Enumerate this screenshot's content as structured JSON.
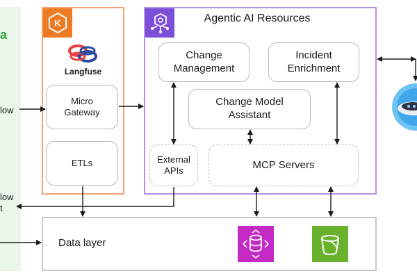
{
  "left_panel": {
    "brand_fragment": "a"
  },
  "edge_labels": {
    "in_top": "low",
    "out_mid_line1": "low",
    "out_mid_line2": "t"
  },
  "eks_group": {
    "logo_name": "Langfuse",
    "nodes": {
      "micro_gateway": "Micro\nGateway",
      "etls": "ETLs"
    }
  },
  "agentic_group": {
    "title": "Agentic AI Resources",
    "nodes": {
      "change_management": "Change\nManagement",
      "incident_enrichment": "Incident\nEnrichment",
      "change_model_assistant": "Change Model\nAssistant",
      "external_apis": "External\nAPIs",
      "mcp_servers": "MCP Servers"
    }
  },
  "data_layer": {
    "label": "Data layer"
  },
  "colors": {
    "eks_orange": "#ed7b23",
    "agentic_purple": "#7d4fd9",
    "rds_magenta": "#c42bc6",
    "s3_green": "#6ab22e",
    "brand_green": "#2aa33b"
  },
  "icons": [
    "eks-icon",
    "bedrock-agent-icon",
    "langfuse-logo-icon",
    "rds-database-icon",
    "s3-bucket-icon",
    "cloud-robot-icon"
  ]
}
